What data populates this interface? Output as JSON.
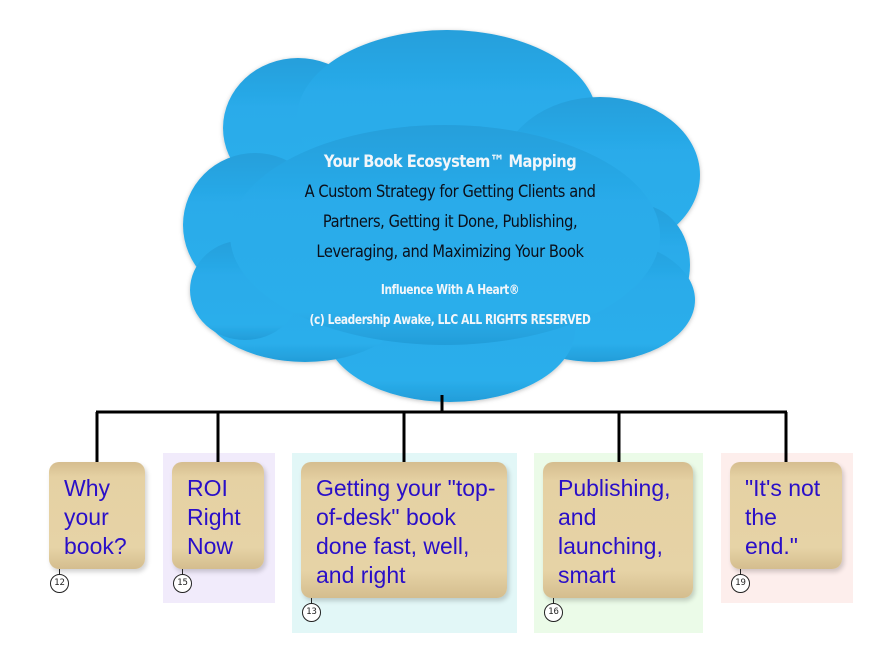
{
  "cloud": {
    "title": "Your Book Ecosystem™ Mapping",
    "subtitle_lines": [
      "A Custom Strategy for Getting Clients and",
      "Partners, Getting it Done, Publishing,",
      "Leveraging, and Maximizing Your Book"
    ],
    "tagline": "Influence With A Heart®",
    "copyright": "(c) Leadership Awake, LLC ALL RIGHTS RESERVED",
    "color": "#29a9e8"
  },
  "nodes": [
    {
      "label": "Why your book?",
      "badge": "12",
      "group_color": null
    },
    {
      "label": "ROI Right Now",
      "badge": "15",
      "group_color": "#f1ebfb"
    },
    {
      "label": "Getting your \"top-of-desk\" book done fast, well, and right",
      "badge": "13",
      "group_color": "#e2f7f7"
    },
    {
      "label": "Publishing, and launching, smart",
      "badge": "16",
      "group_color": "#ebfbe8"
    },
    {
      "label": "\"It's not the end.\"",
      "badge": "19",
      "group_color": "#fdeeec"
    }
  ],
  "node_color": "#e5d1a3",
  "node_text_color": "#2a0fc8"
}
